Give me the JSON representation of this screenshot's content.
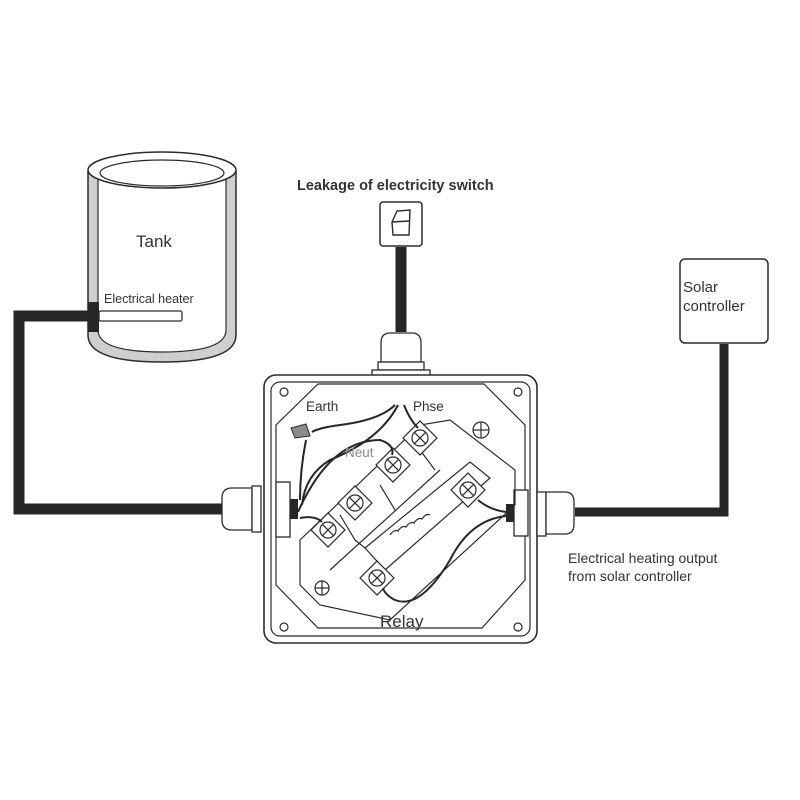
{
  "labels": {
    "tank": "Tank",
    "heater": "Electrical heater",
    "leakage_switch": "Leakage of electricity switch",
    "solar_line1": "Solar",
    "solar_line2": "controller",
    "earth": "Earth",
    "phase": "Phse",
    "neutral": "Neut",
    "relay": "Relay",
    "output_line1": "Electrical heating output",
    "output_line2": "from solar controller"
  },
  "colors": {
    "line": "#2b2b2b",
    "cable": "#262626",
    "tank_wall": "#cfcfcf",
    "earth_cap": "#8c8c8c",
    "background": "#ffffff"
  }
}
